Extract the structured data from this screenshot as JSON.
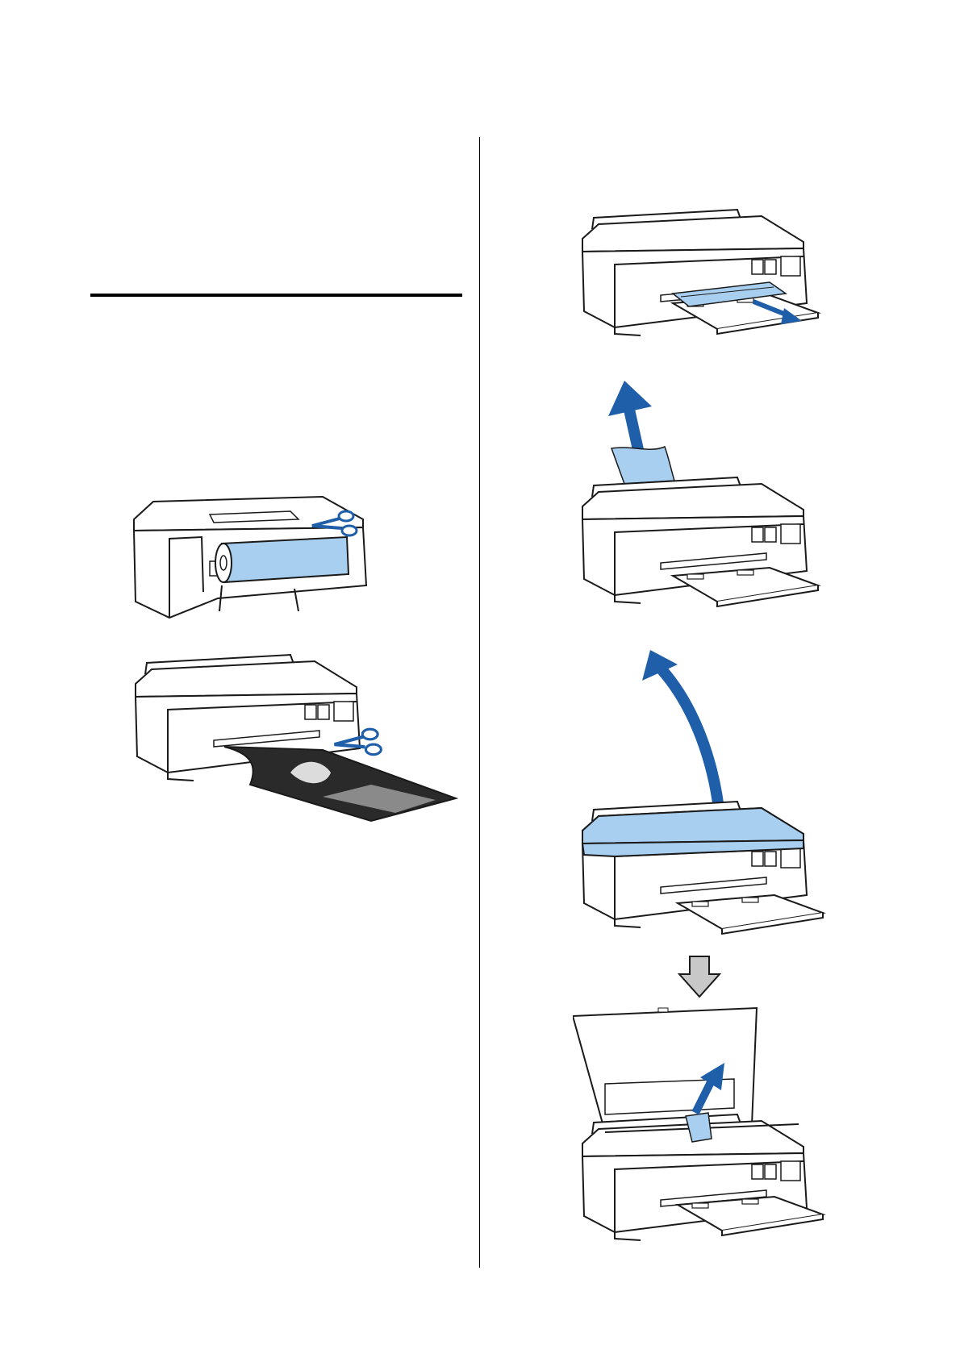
{
  "page": {
    "background": "#ffffff",
    "accent_blue": "#1f5fa9",
    "paper_blue": "#a9cff0",
    "outline": "#1a1a1a"
  },
  "left_column": {
    "figures": [
      {
        "id": "rear-roll-cut",
        "icons": [
          "printer-rear-icon",
          "roll-paper-icon",
          "scissors-icon"
        ]
      },
      {
        "id": "front-output-cut",
        "icons": [
          "printer-front-icon",
          "printed-photo-icon",
          "scissors-icon"
        ]
      }
    ]
  },
  "right_column": {
    "figures": [
      {
        "id": "pull-jammed-paper-front",
        "icons": [
          "printer-front-icon",
          "jammed-paper-icon",
          "arrow-out-icon"
        ]
      },
      {
        "id": "pull-jammed-paper-top",
        "icons": [
          "printer-front-icon",
          "jammed-paper-icon",
          "arrow-up-icon"
        ]
      },
      {
        "id": "open-top-cover",
        "icons": [
          "printer-front-icon",
          "top-cover-icon",
          "curved-arrow-icon"
        ]
      },
      {
        "id": "step-arrow",
        "icons": [
          "arrow-down-icon"
        ]
      },
      {
        "id": "remove-paper-inside",
        "icons": [
          "printer-open-icon",
          "jammed-paper-icon",
          "arrow-up-icon"
        ]
      }
    ]
  }
}
